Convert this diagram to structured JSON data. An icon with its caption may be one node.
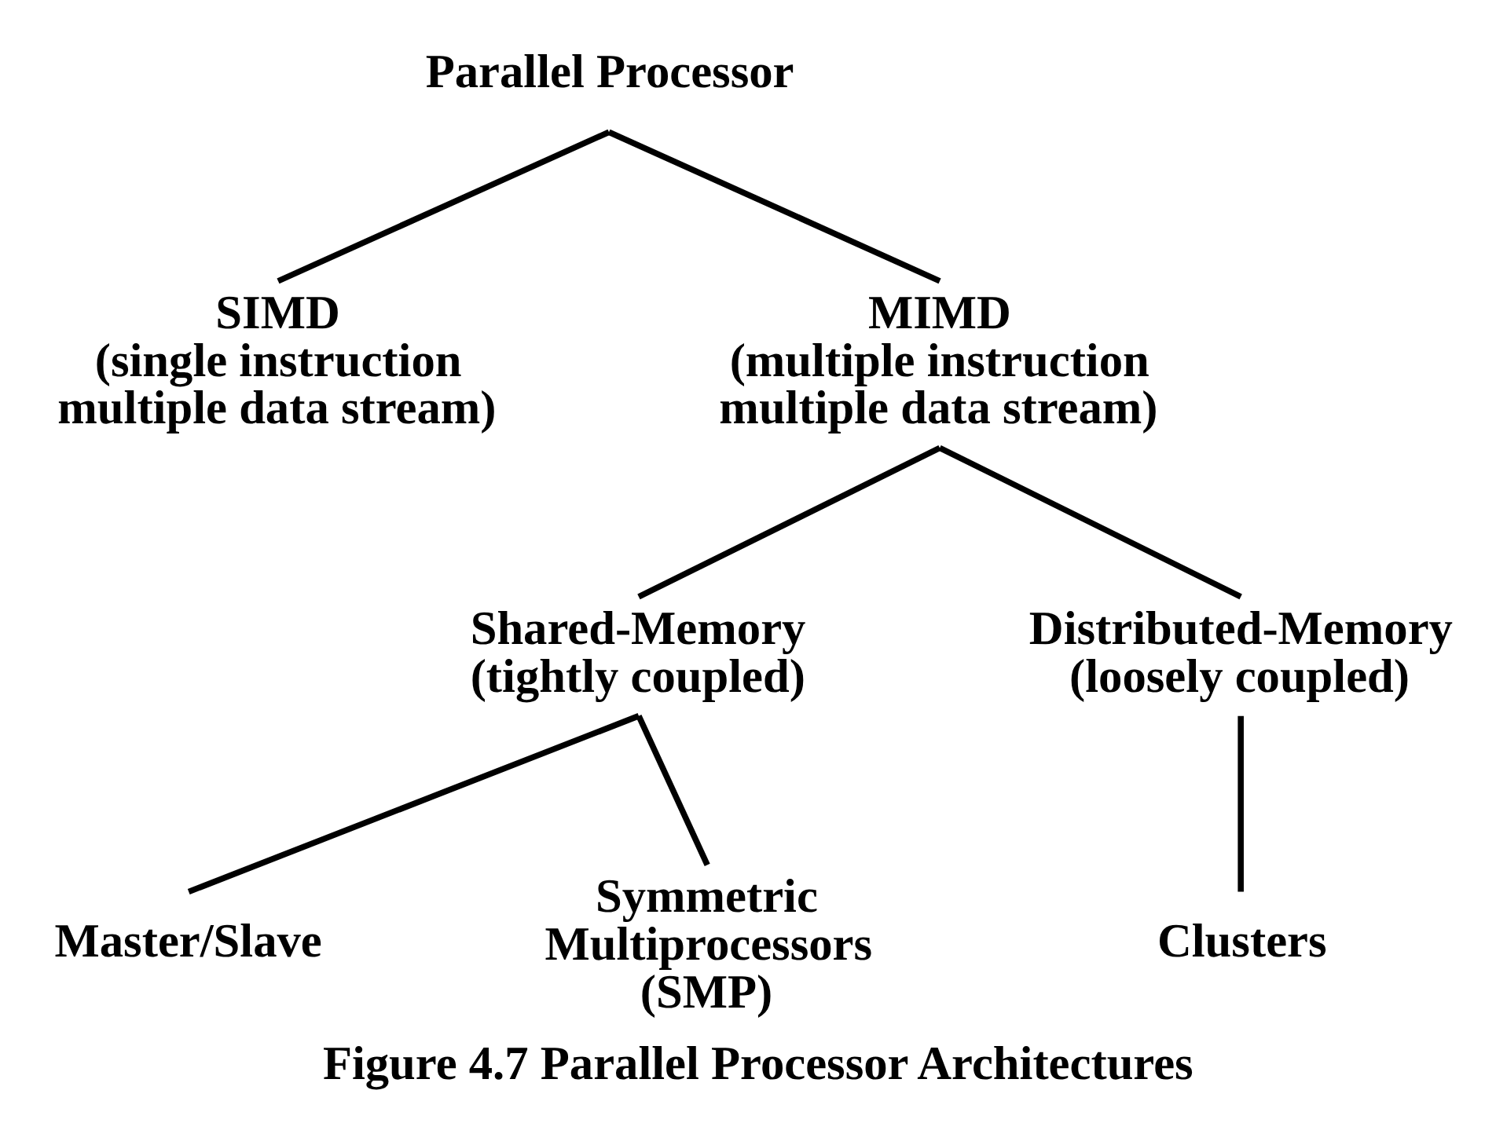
{
  "diagram": {
    "caption": "Figure 4.7 Parallel Processor Architectures",
    "nodes": [
      {
        "text": [
          "Parallel Processor"
        ]
      },
      {
        "text": [
          "SIMD",
          "(single instruction multiple data stream)"
        ]
      },
      {
        "text": [
          "MIMD",
          "(multiple instruction multiple data stream)"
        ]
      },
      {
        "text": [
          "Shared-Memory",
          "(tightly coupled)"
        ]
      },
      {
        "text": [
          "Distributed-Memory",
          "(loosely coupled)"
        ]
      },
      {
        "text": [
          "Master/Slave"
        ]
      },
      {
        "text": [
          "Symmetric Multiprocessors",
          "(SMP)"
        ]
      },
      {
        "text": [
          "Clusters"
        ]
      }
    ],
    "edges": [
      {
        "from": 0,
        "to": 1,
        "arrow": "none"
      },
      {
        "from": 0,
        "to": 2,
        "arrow": "none"
      },
      {
        "from": 2,
        "to": 3,
        "arrow": "none"
      },
      {
        "from": 2,
        "to": 4,
        "arrow": "none"
      },
      {
        "from": 3,
        "to": 5,
        "arrow": "none"
      },
      {
        "from": 3,
        "to": 6,
        "arrow": "none"
      },
      {
        "from": 4,
        "to": 7,
        "arrow": "none"
      }
    ]
  }
}
